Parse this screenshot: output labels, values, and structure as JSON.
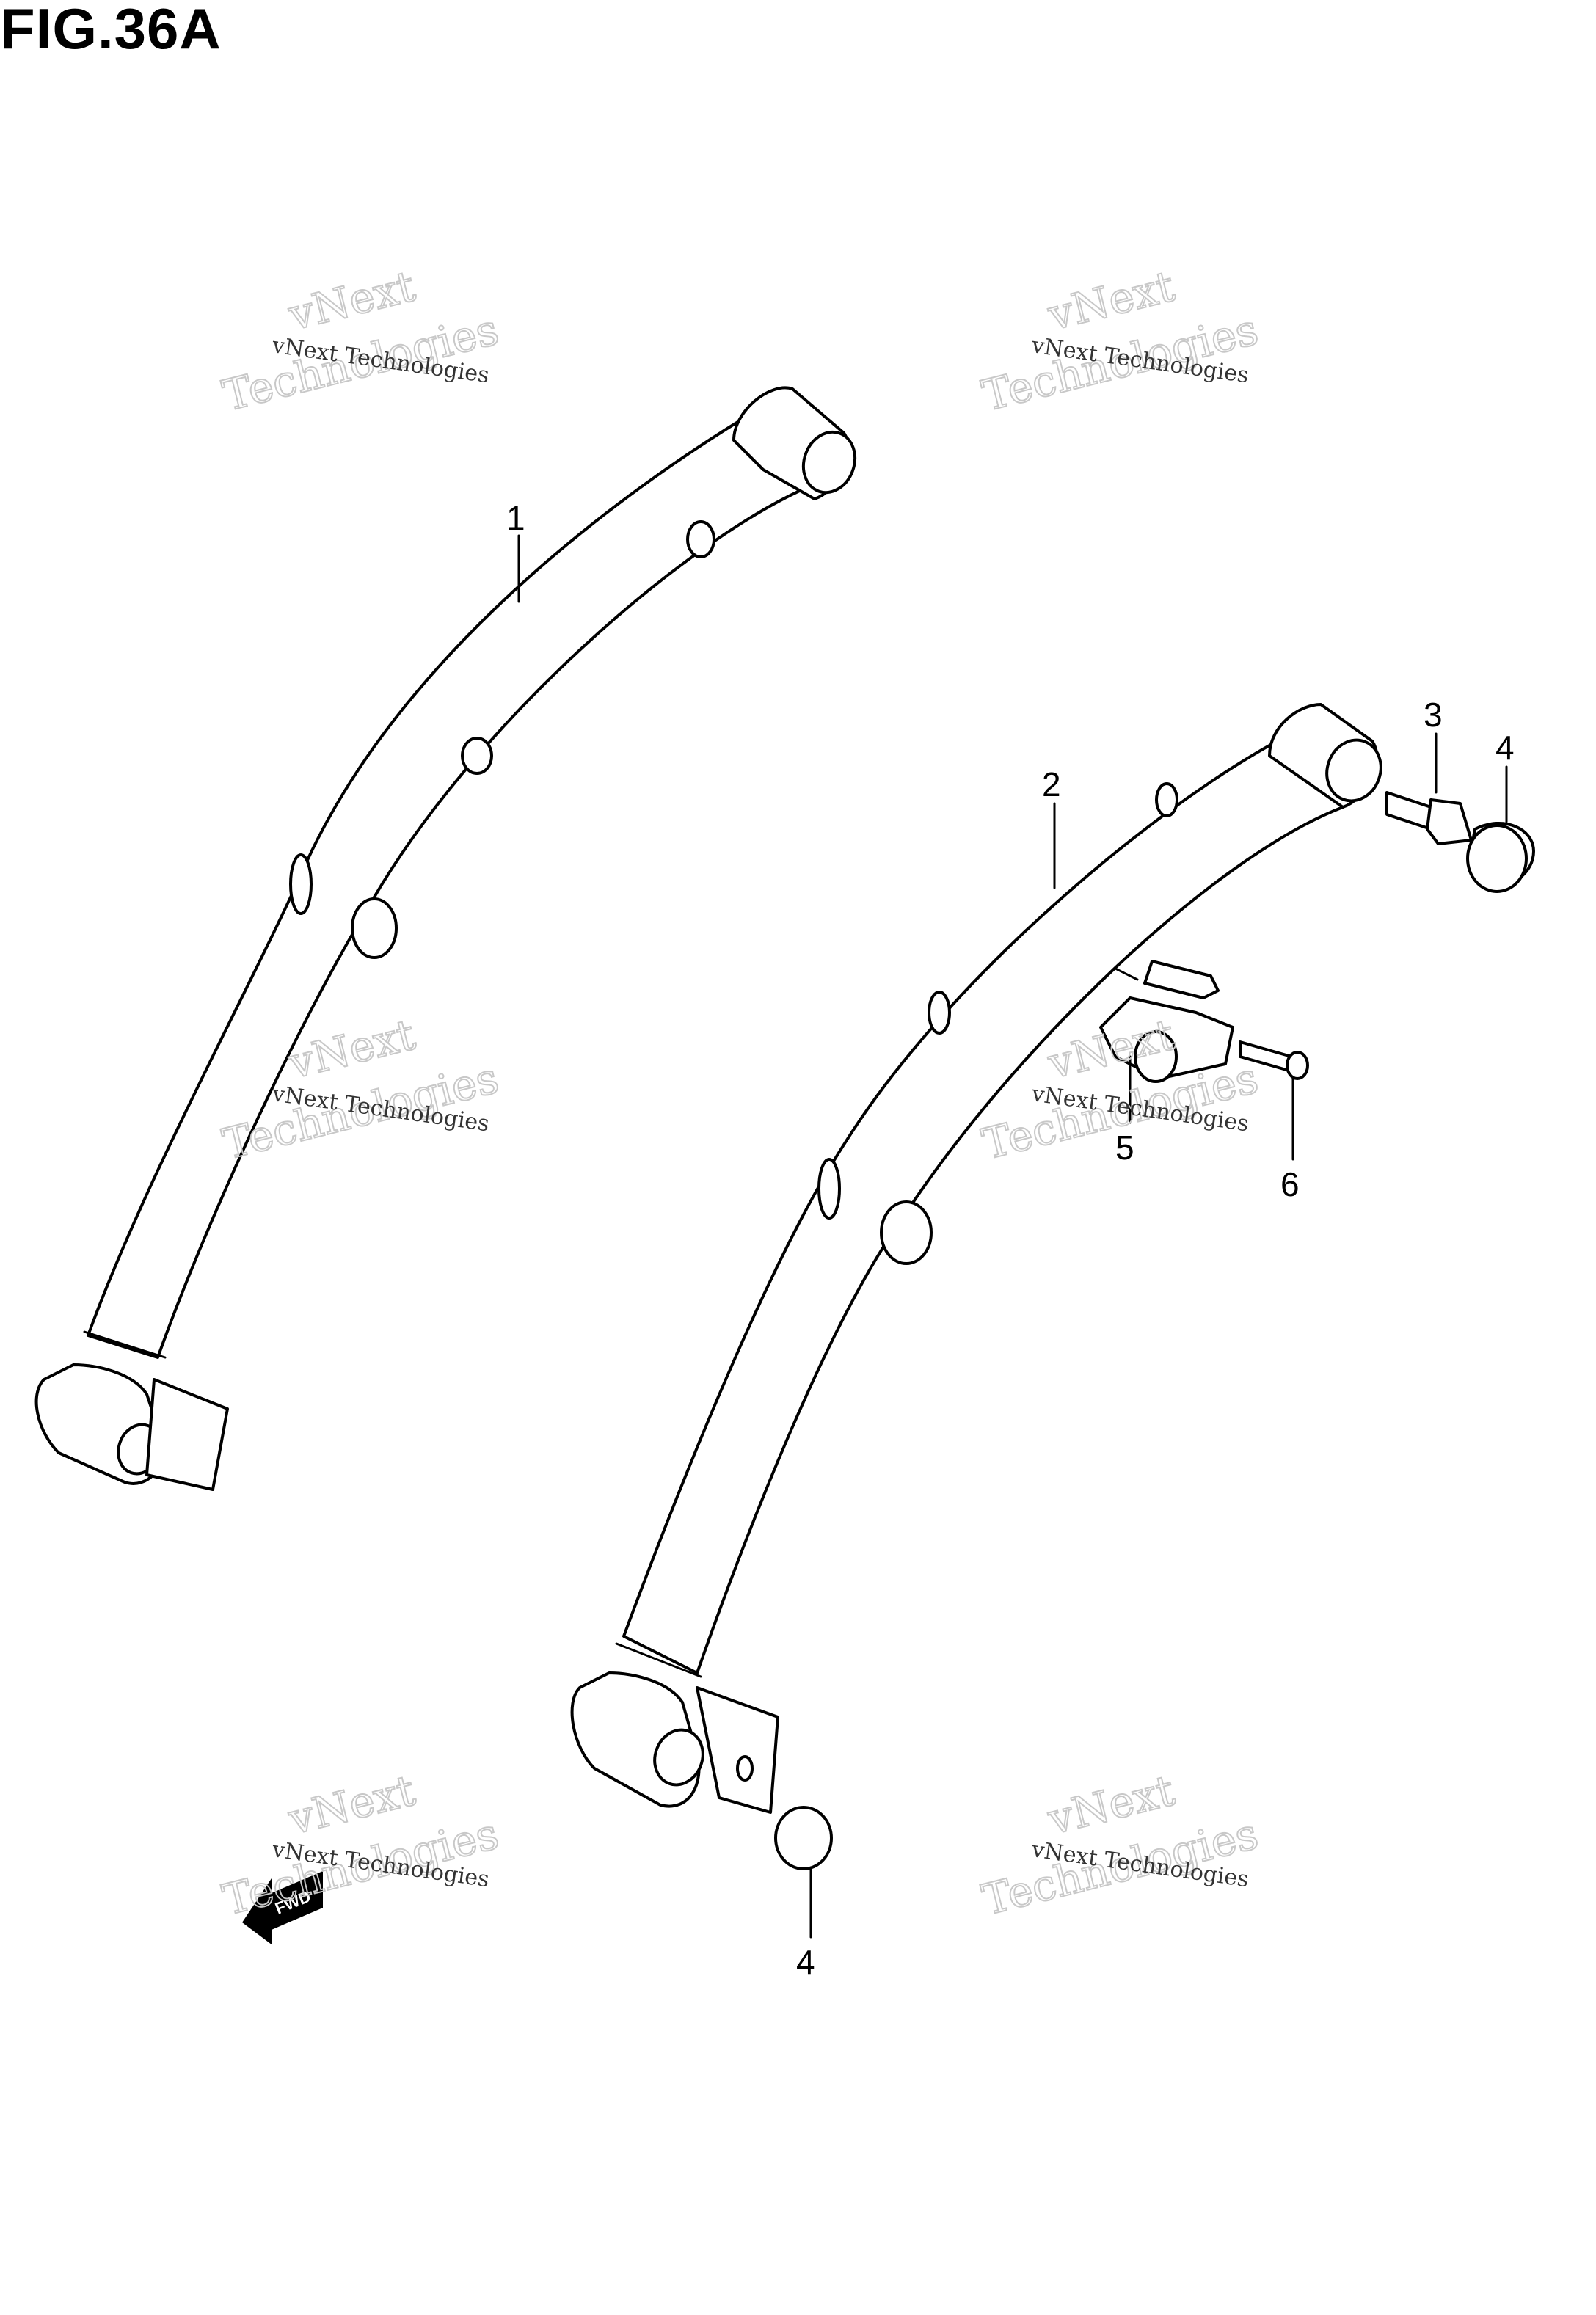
{
  "figure": {
    "title": "FIG.36A"
  },
  "callouts": {
    "c1": "1",
    "c2": "2",
    "c3": "3",
    "c4a": "4",
    "c4b": "4",
    "c5": "5",
    "c6": "6"
  },
  "watermark": {
    "line_small": "vNext Technologies",
    "line_top": "vNext",
    "line_big": "Technologies"
  },
  "fwd_label": "FWD"
}
